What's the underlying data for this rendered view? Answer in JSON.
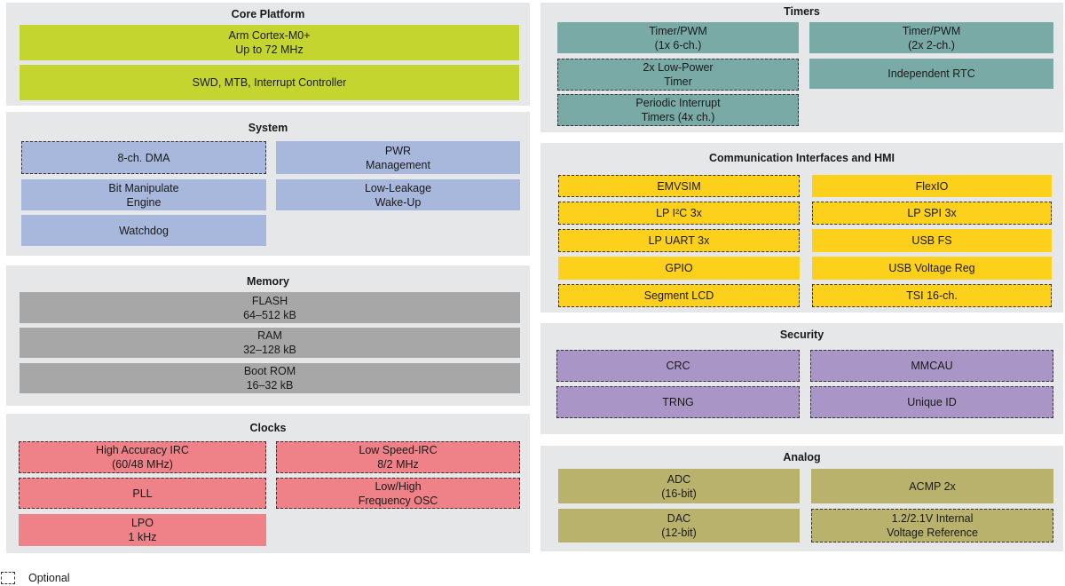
{
  "legend": {
    "label": "Optional"
  },
  "core": {
    "title": "Core Platform",
    "cpu": "Arm Cortex-M0+\nUp to 72 MHz",
    "debug": "SWD, MTB, Interrupt Controller"
  },
  "system": {
    "title": "System",
    "dma": "8-ch. DMA",
    "pwr": "PWR\nManagement",
    "bme": "Bit Manipulate\nEngine",
    "llwu": "Low-Leakage\nWake-Up",
    "wdog": "Watchdog"
  },
  "memory": {
    "title": "Memory",
    "flash": "FLASH\n64–512 kB",
    "ram": "RAM\n32–128 kB",
    "rom": "Boot ROM\n16–32 kB"
  },
  "clocks": {
    "title": "Clocks",
    "hirc": "High Accuracy IRC\n(60/48 MHz)",
    "lirc": "Low Speed-IRC\n8/2 MHz",
    "pll": "PLL",
    "osc": "Low/High\nFrequency OSC",
    "lpo": "LPO\n1 kHz"
  },
  "timers": {
    "title": "Timers",
    "tpm6": "Timer/PWM\n(1x 6-ch.)",
    "tpm2": "Timer/PWM\n(2x 2-ch.)",
    "lptmr": "2x Low-Power\nTimer",
    "rtc": "Independent RTC",
    "pit": "Periodic Interrupt\nTimers (4x ch.)"
  },
  "comm": {
    "title": "Communication Interfaces and HMI",
    "emvsim": "EMVSIM",
    "flexio": "FlexIO",
    "lpi2c": "LP I²C 3x",
    "lpspi": "LP SPI 3x",
    "lpuart": "LP UART 3x",
    "usbfs": "USB FS",
    "gpio": "GPIO",
    "usbvreg": "USB Voltage Reg",
    "slcd": "Segment LCD",
    "tsi": "TSI 16-ch."
  },
  "security": {
    "title": "Security",
    "crc": "CRC",
    "mmcau": "MMCAU",
    "trng": "TRNG",
    "uid": "Unique ID"
  },
  "analog": {
    "title": "Analog",
    "adc": "ADC\n(16-bit)",
    "acmp": "ACMP 2x",
    "dac": "DAC\n(12-bit)",
    "vref": "1.2/2.1V Internal\nVoltage Reference"
  }
}
